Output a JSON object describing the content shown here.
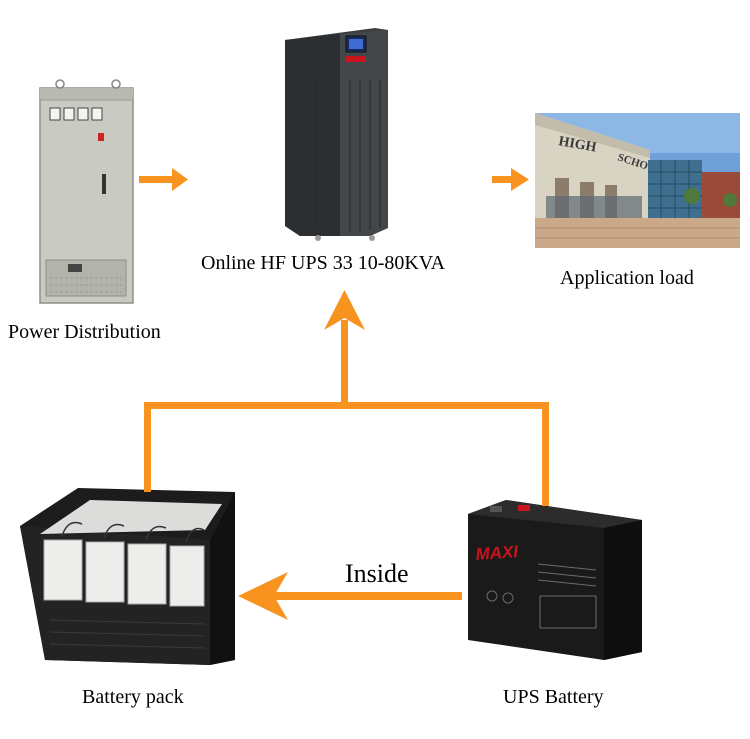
{
  "labels": {
    "power_distribution": "Power Distribution",
    "ups_unit": "Online HF UPS 33 10-80KVA",
    "application_load": "Application load",
    "battery_pack": "Battery pack",
    "ups_battery": "UPS Battery",
    "inside": "Inside"
  },
  "building_sign": [
    "HIGH",
    "SCHOOL"
  ],
  "brand": "MAXI",
  "colors": {
    "arrow": "#f7931e",
    "cabinet": "#c9cbc2",
    "ups_body": "#3a3d40",
    "battery_body": "#1c1c1c",
    "brand_red": "#c8141e",
    "sky": "#6fa0d8"
  }
}
